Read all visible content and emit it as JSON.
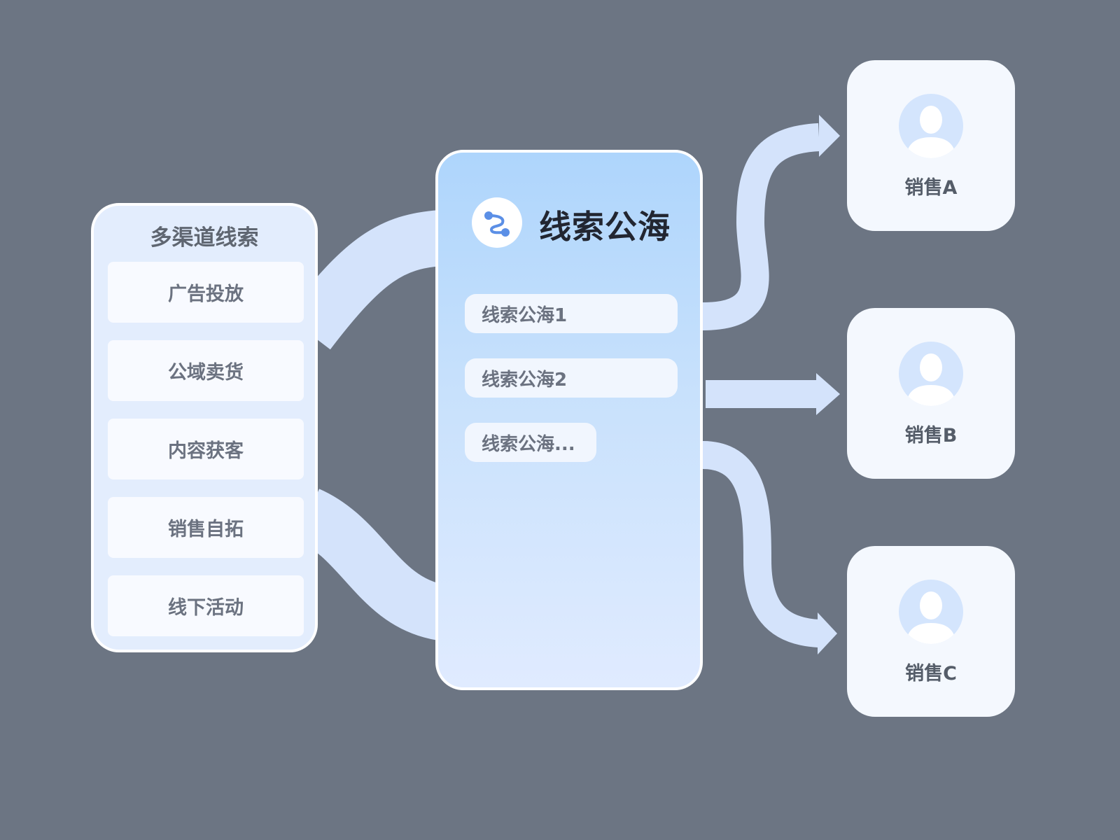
{
  "channels": {
    "title": "多渠道线索",
    "items": [
      "广告投放",
      "公域卖货",
      "内容获客",
      "销售自拓",
      "线下活动"
    ]
  },
  "pool": {
    "icon": "route-icon",
    "title": "线索公海",
    "items": [
      "线索公海1",
      "线索公海2",
      "线索公海..."
    ]
  },
  "sales": [
    {
      "name": "销售A",
      "icon": "user-avatar-icon"
    },
    {
      "name": "销售B",
      "icon": "user-avatar-icon"
    },
    {
      "name": "销售C",
      "icon": "user-avatar-icon"
    }
  ],
  "colors": {
    "background": "#6c7583",
    "flow": "#d4e3fb",
    "panel_light": "#e3edfd",
    "pool_gradient_top": "#aed5fc",
    "pool_gradient_bottom": "#e0ebff",
    "accent": "#5b8fe6"
  }
}
